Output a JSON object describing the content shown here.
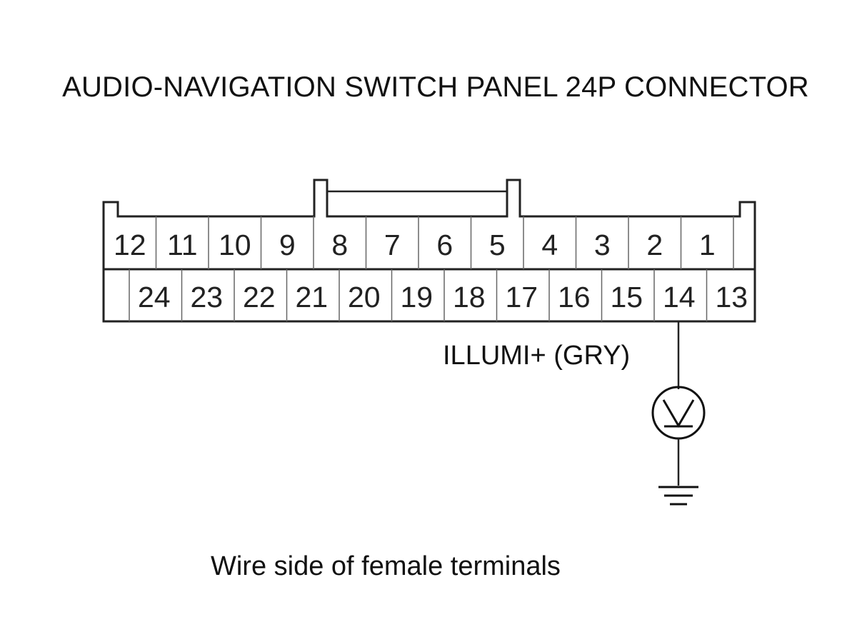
{
  "title": "AUDIO-NAVIGATION SWITCH PANEL 24P CONNECTOR",
  "caption": "Wire side of female terminals",
  "connector": {
    "top_row": [
      "12",
      "11",
      "10",
      "9",
      "8",
      "7",
      "6",
      "5",
      "4",
      "3",
      "2",
      "1"
    ],
    "bottom_row": [
      "24",
      "23",
      "22",
      "21",
      "20",
      "19",
      "18",
      "17",
      "16",
      "15",
      "14",
      "13"
    ]
  },
  "wire": {
    "terminal": "14",
    "label": "ILLUMI+ (GRY)"
  },
  "symbols": {
    "meter": "voltmeter-icon",
    "ground": "ground-icon"
  }
}
